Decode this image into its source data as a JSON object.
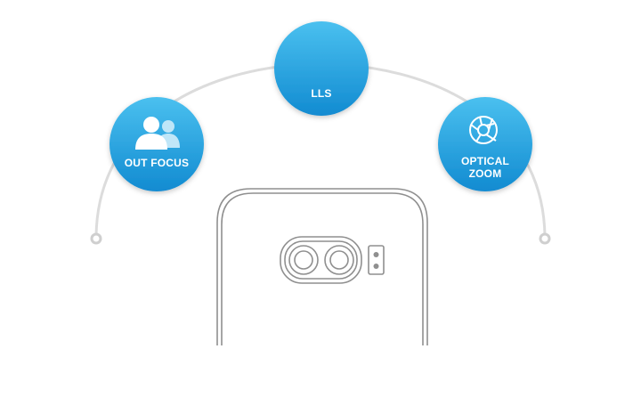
{
  "features": [
    {
      "id": "out-focus",
      "label": "OUT FOCUS",
      "icon": "people-icon"
    },
    {
      "id": "lls",
      "label": "LLS",
      "icon": "crescent-moon-icon"
    },
    {
      "id": "optical-zoom",
      "label_line1": "OPTICAL",
      "label_line2": "ZOOM",
      "icon": "aperture-icon"
    }
  ],
  "colors": {
    "badge_light": "#3fb6ea",
    "badge_dark": "#1590d4",
    "arc": "#dcdcdc",
    "phone_outline": "#8f8f8f",
    "icon_white": "#ffffff"
  }
}
